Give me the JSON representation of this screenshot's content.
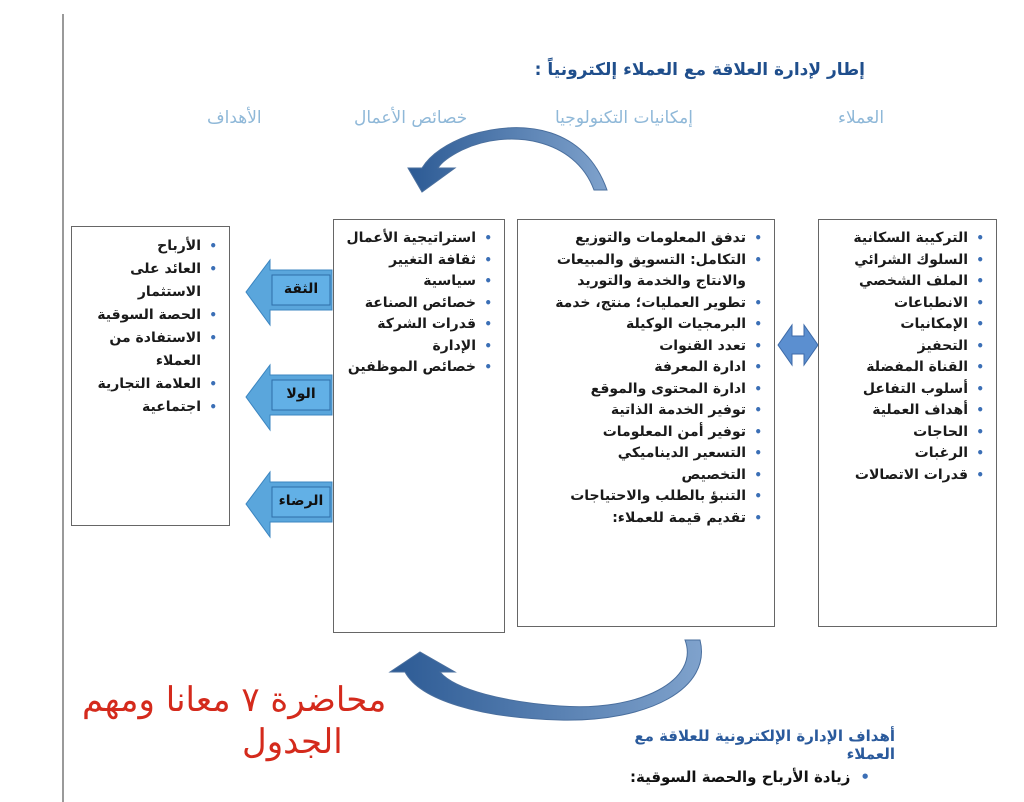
{
  "title": "إطار لإدارة العلاقة مع العملاء إلكترونياً :",
  "headers": {
    "customers": "العملاء",
    "tech": "إمكانيات التكنولوجيا",
    "business": "خصائص الأعمال",
    "goals": "الأهداف"
  },
  "customers_items": [
    "التركيبة السكانية",
    "السلوك الشرائي",
    "الملف الشخصي",
    "الانطباعات",
    "الإمكانيات",
    "التحفيز",
    "القناة المفضلة",
    "أسلوب التفاعل",
    "أهداف العملية",
    "الحاجات",
    "الرغبات",
    "قدرات الاتصالات"
  ],
  "tech_items": [
    "تدفق المعلومات والتوزيع",
    "التكامل: التسويق والمبيعات والانتاج والخدمة والتوريد",
    "تطوير العمليات؛ منتج، خدمة",
    "البرمجيات الوكيلة",
    "تعدد القنوات",
    "ادارة المعرفة",
    "ادارة المحتوى والموقع",
    "توفير الخدمة الذاتية",
    "توفير أمن المعلومات",
    "التسعير الديناميكي",
    "التخصيص",
    "التنبؤ بالطلب والاحتياجات",
    "تقديم قيمة للعملاء:"
  ],
  "business_items": [
    "استراتيجية الأعمال",
    "ثقافة التغيير",
    "سياسية",
    "خصائص الصناعة",
    "قدرات الشركة",
    "الإدارة",
    "خصائص الموظفين"
  ],
  "goals_items": [
    "الأرباح",
    "العائد على الاستثمار",
    "الحصة السوقية",
    "الاستفادة من العملاء",
    "العلامة التجارية",
    "اجتماعية"
  ],
  "arrow_labels": [
    "الثقة",
    "الولا",
    "الرضاء"
  ],
  "watermark": {
    "line1": "محاضرة ٧ معانا ومهم",
    "line2": "الجدول"
  },
  "subtitle": "أهداف الإدارة الإلكترونية للعلاقة مع العملاء",
  "subitem": "زيادة الأرباح والحصة السوقية:",
  "colors": {
    "title": "#1f4e8c",
    "header": "#8fb8d8",
    "arrow_blue": "#3f6ea8",
    "watermark": "#d42a1c"
  }
}
